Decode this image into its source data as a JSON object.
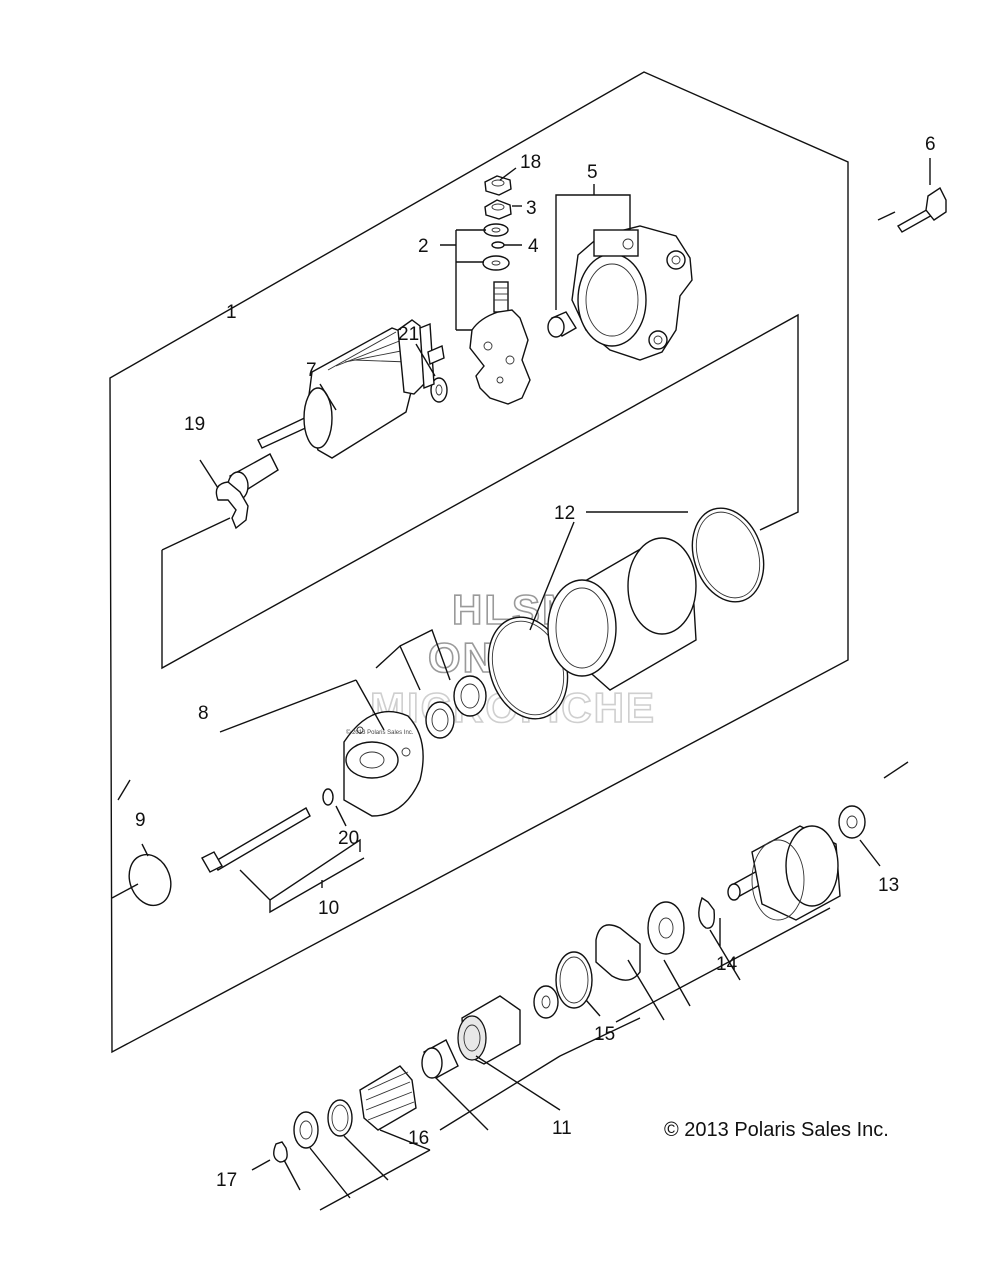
{
  "diagram": {
    "callouts": [
      "1",
      "2",
      "3",
      "4",
      "5",
      "6",
      "7",
      "8",
      "9",
      "10",
      "11",
      "12",
      "13",
      "14",
      "15",
      "16",
      "17",
      "18",
      "19",
      "20",
      "21"
    ],
    "watermark": {
      "line1": "HLSM",
      "line2": "ONLINE",
      "line3": "MICROFICHE"
    },
    "small_text": "© 2013 Polaris Sales Inc.",
    "copyright": "© 2013 Polaris Sales Inc."
  }
}
